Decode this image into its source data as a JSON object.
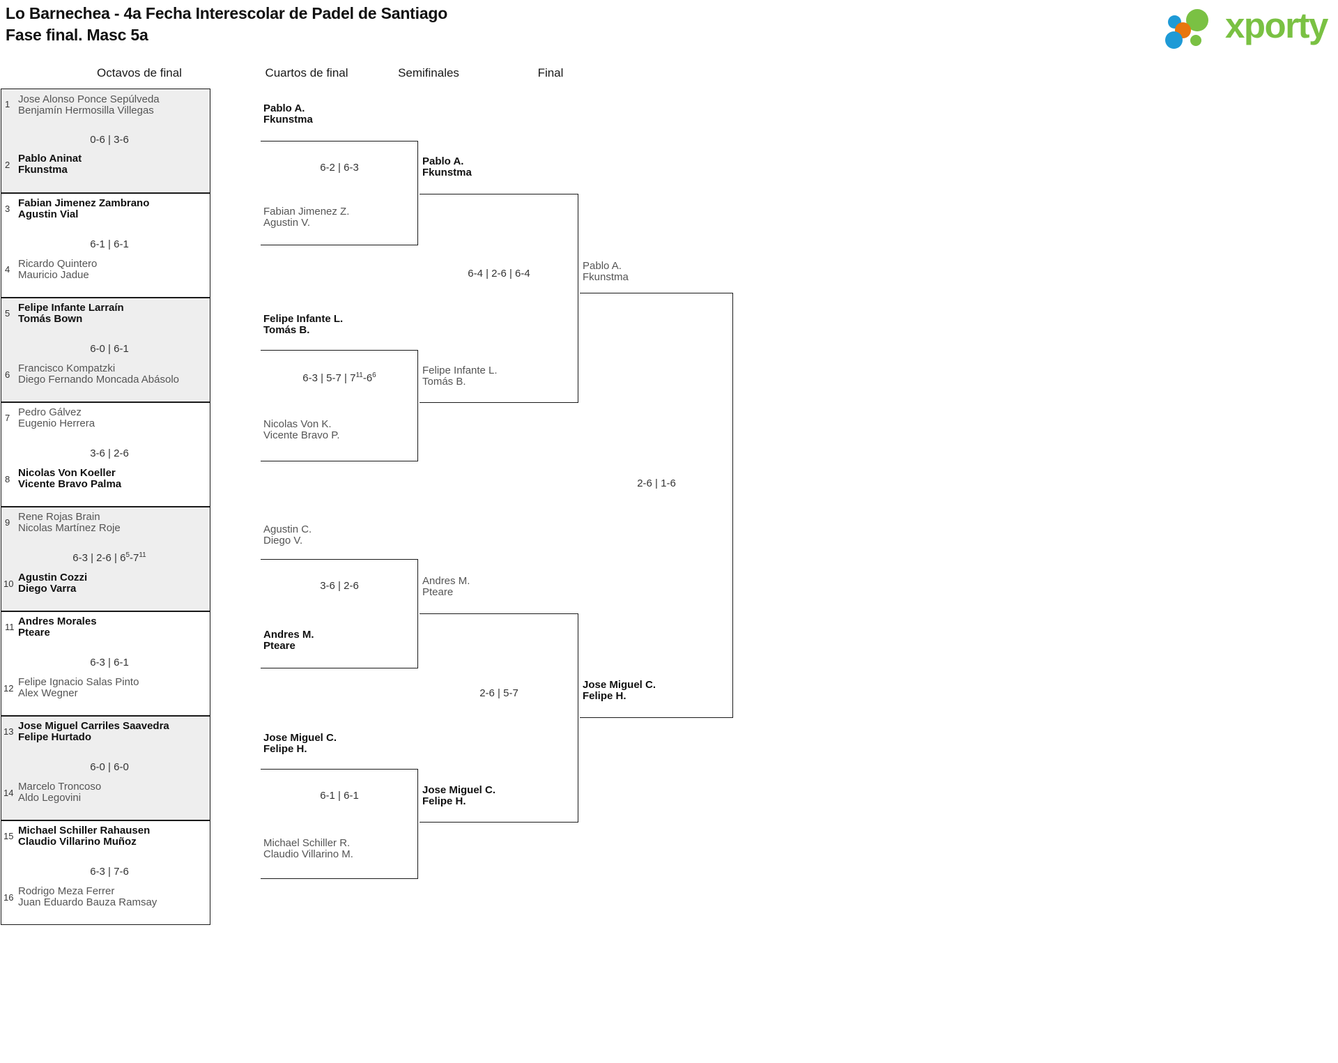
{
  "header": {
    "title_line1": "Lo Barnechea - 4a Fecha Interescolar de Padel de Santiago",
    "title_line2": "Fase final. Masc 5a",
    "logo_text": "xporty",
    "logo_colors": {
      "green": "#7ac143",
      "blue": "#1e9ad6",
      "orange": "#e8760e"
    }
  },
  "rounds": [
    {
      "label": "Octavos de final"
    },
    {
      "label": "Cuartos de final"
    },
    {
      "label": "Semifinales"
    },
    {
      "label": "Final"
    }
  ],
  "chart_data": {
    "type": "table",
    "title": "Lo Barnechea - 4a Fecha Interescolar de Padel de Santiago — Fase final. Masc 5a",
    "round_labels": [
      "Octavos de final",
      "Cuartos de final",
      "Semifinales",
      "Final"
    ]
  },
  "r16": [
    {
      "seed_top": "1",
      "seed_bottom": "2",
      "top": {
        "p1": "Jose Alonso Ponce Sepúlveda",
        "p2": "Benjamín Hermosilla Villegas",
        "winner": false
      },
      "bottom": {
        "p1": "Pablo Aninat",
        "p2": "Fkunstma",
        "winner": true
      },
      "score": "0-6 | 3-6"
    },
    {
      "seed_top": "3",
      "seed_bottom": "4",
      "top": {
        "p1": "Fabian Jimenez Zambrano",
        "p2": "Agustin Vial",
        "winner": true
      },
      "bottom": {
        "p1": "Ricardo Quintero",
        "p2": "Mauricio Jadue",
        "winner": false
      },
      "score": "6-1 | 6-1"
    },
    {
      "seed_top": "5",
      "seed_bottom": "6",
      "top": {
        "p1": "Felipe Infante Larraín",
        "p2": "Tomás Bown",
        "winner": true
      },
      "bottom": {
        "p1": "Francisco Kompatzki",
        "p2": "Diego Fernando Moncada Abásolo",
        "winner": false
      },
      "score": "6-0 | 6-1"
    },
    {
      "seed_top": "7",
      "seed_bottom": "8",
      "top": {
        "p1": "Pedro Gálvez",
        "p2": "Eugenio Herrera",
        "winner": false
      },
      "bottom": {
        "p1": "Nicolas Von Koeller",
        "p2": "Vicente Bravo Palma",
        "winner": true
      },
      "score": "3-6 | 2-6"
    },
    {
      "seed_top": "9",
      "seed_bottom": "10",
      "top": {
        "p1": "Rene Rojas Brain",
        "p2": "Nicolas Martínez Roje",
        "winner": false
      },
      "bottom": {
        "p1": "Agustin Cozzi",
        "p2": "Diego Varra",
        "winner": true
      },
      "score_html": "6-3 | 2-6 | 6<sup>5</sup>-7<sup>11</sup>"
    },
    {
      "seed_top": "11",
      "seed_bottom": "12",
      "top": {
        "p1": "Andres Morales",
        "p2": "Pteare",
        "winner": true
      },
      "bottom": {
        "p1": "Felipe Ignacio Salas Pinto",
        "p2": "Alex Wegner",
        "winner": false
      },
      "score": "6-3 | 6-1"
    },
    {
      "seed_top": "13",
      "seed_bottom": "14",
      "top": {
        "p1": "Jose Miguel Carriles Saavedra",
        "p2": "Felipe Hurtado",
        "winner": true
      },
      "bottom": {
        "p1": "Marcelo Troncoso",
        "p2": "Aldo Legovini",
        "winner": false
      },
      "score": "6-0 | 6-0"
    },
    {
      "seed_top": "15",
      "seed_bottom": "16",
      "top": {
        "p1": "Michael Schiller Rahausen",
        "p2": "Claudio Villarino Muñoz",
        "winner": true
      },
      "bottom": {
        "p1": "Rodrigo Meza Ferrer",
        "p2": "Juan Eduardo Bauza Ramsay",
        "winner": false
      },
      "score": "6-3 | 7-6"
    }
  ],
  "qf": [
    {
      "top": {
        "p1": "Pablo A.",
        "p2": "Fkunstma",
        "winner": true
      },
      "bottom": {
        "p1": "Fabian Jimenez Z.",
        "p2": "Agustin V.",
        "winner": false
      },
      "score": "6-2 | 6-3"
    },
    {
      "top": {
        "p1": "Felipe Infante L.",
        "p2": "Tomás B.",
        "winner": true
      },
      "bottom": {
        "p1": "Nicolas Von K.",
        "p2": "Vicente Bravo P.",
        "winner": false
      },
      "score_html": "6-3 | 5-7 | 7<sup>11</sup>-6<sup>6</sup>"
    },
    {
      "top": {
        "p1": "Agustin C.",
        "p2": "Diego V.",
        "winner": false
      },
      "bottom": {
        "p1": "Andres M.",
        "p2": "Pteare",
        "winner": true
      },
      "score": "3-6 | 2-6"
    },
    {
      "top": {
        "p1": "Jose Miguel C.",
        "p2": "Felipe H.",
        "winner": true
      },
      "bottom": {
        "p1": "Michael Schiller R.",
        "p2": "Claudio Villarino M.",
        "winner": false
      },
      "score": "6-1 | 6-1"
    }
  ],
  "sf": [
    {
      "top": {
        "p1": "Pablo A.",
        "p2": "Fkunstma",
        "winner": true
      },
      "bottom": {
        "p1": "Felipe Infante L.",
        "p2": "Tomás B.",
        "winner": false
      },
      "score": "6-4 | 2-6 | 6-4"
    },
    {
      "top": {
        "p1": "Andres M.",
        "p2": "Pteare",
        "winner": false
      },
      "bottom": {
        "p1": "Jose Miguel C.",
        "p2": "Felipe H.",
        "winner": true
      },
      "score": "2-6 | 5-7"
    }
  ],
  "final": {
    "top": {
      "p1": "Pablo A.",
      "p2": "Fkunstma",
      "winner": false
    },
    "bottom": {
      "p1": "Jose Miguel C.",
      "p2": "Felipe H.",
      "winner": true
    },
    "score": "2-6 | 1-6"
  }
}
